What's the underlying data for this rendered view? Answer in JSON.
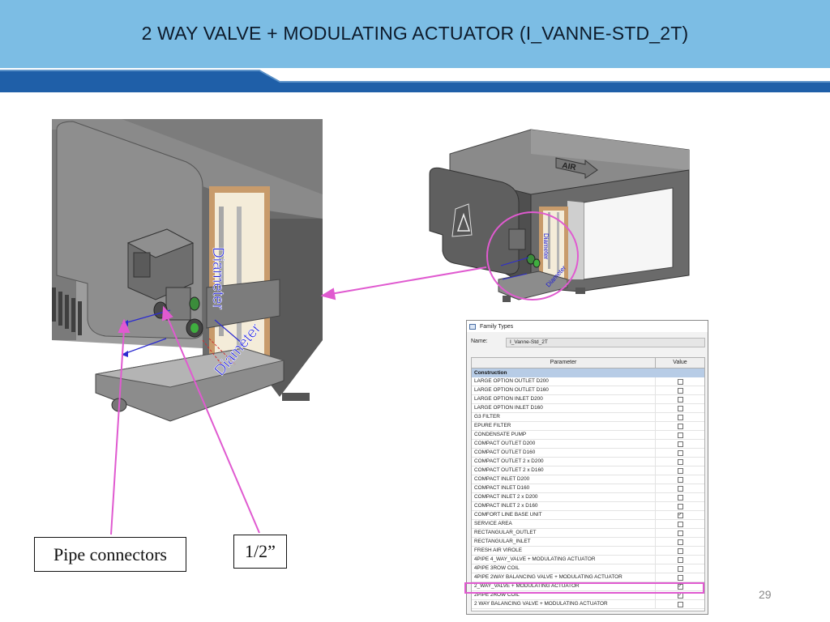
{
  "slide": {
    "title": "2 WAY VALVE + MODULATING ACTUATOR (I_VANNE-STD_2T)",
    "page_number": "29",
    "colors": {
      "header": "#7cbde4",
      "stripe": "#1f5fa8",
      "annotation": "#e05ad0",
      "dimension": "#2c2cd0"
    }
  },
  "illustration_left": {
    "labels": [
      "Diameter",
      "Diameter"
    ]
  },
  "illustration_right": {
    "labels": [
      "Diameter",
      "Diameter",
      "AIR"
    ]
  },
  "callouts": {
    "pipe_connectors": "Pipe connectors",
    "half_inch": "1/2”"
  },
  "dialog": {
    "title": "Family Types",
    "name_label": "Name:",
    "name_value": "I_Vanne-Std_2T",
    "col_parameter": "Parameter",
    "col_value": "Value",
    "group": "Construction",
    "rows": [
      {
        "label": "LARGE OPTION OUTLET D200",
        "checked": false
      },
      {
        "label": "LARGE OPTION OUTLET D160",
        "checked": false
      },
      {
        "label": "LARGE OPTION INLET D200",
        "checked": false
      },
      {
        "label": "LARGE OPTION INLET D160",
        "checked": false
      },
      {
        "label": "G3 FILTER",
        "checked": false
      },
      {
        "label": "EPURE FILTER",
        "checked": false
      },
      {
        "label": "CONDENSATE PUMP",
        "checked": false
      },
      {
        "label": "COMPACT OUTLET D200",
        "checked": false
      },
      {
        "label": "COMPACT OUTLET D160",
        "checked": false
      },
      {
        "label": "COMPACT OUTLET 2 x D200",
        "checked": false
      },
      {
        "label": "COMPACT OUTLET 2 x D160",
        "checked": false
      },
      {
        "label": "COMPACT INLET D200",
        "checked": false
      },
      {
        "label": "COMPACT INLET D160",
        "checked": false
      },
      {
        "label": "COMPACT INLET 2 x D200",
        "checked": false
      },
      {
        "label": "COMPACT INLET 2 x D160",
        "checked": false
      },
      {
        "label": "COMFORT LINE BASE UNIT",
        "checked": true
      },
      {
        "label": "SERVICE AREA",
        "checked": false
      },
      {
        "label": "RECTANGULAR_OUTLET",
        "checked": false
      },
      {
        "label": "RECTANGULAR_INLET",
        "checked": false
      },
      {
        "label": "FRESH AIR VIROLE",
        "checked": false
      },
      {
        "label": "4PIPE 4_WAY_VALVE + MODULATING ACTUATOR",
        "checked": false
      },
      {
        "label": "4PIPE 3ROW  COIL",
        "checked": false
      },
      {
        "label": "4PIPE 2WAY BALANCING VALVE + MODULATING ACTUATOR",
        "checked": false
      },
      {
        "label": "2_WAY_VALVE + MODULATING ACTUATOR",
        "checked": true
      },
      {
        "label": "2PIPE 2ROW COIL",
        "checked": true
      },
      {
        "label": "2 WAY BALANCING VALVE + MODULATING ACTUATOR",
        "checked": false
      }
    ]
  }
}
